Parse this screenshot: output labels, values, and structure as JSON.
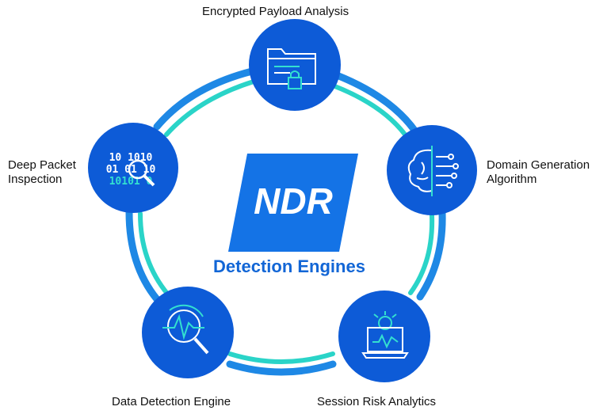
{
  "logo": {
    "text": "NDR",
    "color": "#1473e6"
  },
  "center_title": "Detection Engines",
  "colors": {
    "ring_outer": "#1e88e5",
    "ring_inner": "#2ad4c8",
    "node_fill": "#0d5bd7",
    "icon_stroke": "#ffffff",
    "accent_cyan": "#33e0d0",
    "title_blue": "#1266d6"
  },
  "nodes": [
    {
      "id": "top",
      "icon": "folder-lock-icon",
      "label_lines": [
        "Encrypted Payload Analysis"
      ]
    },
    {
      "id": "right",
      "icon": "brain-circuit-icon",
      "label_lines": [
        "Domain Generation",
        "Algorithm"
      ]
    },
    {
      "id": "bottom-right",
      "icon": "laptop-gear-icon",
      "label_lines": [
        "Session Risk Analytics"
      ]
    },
    {
      "id": "bottom-left",
      "icon": "magnifier-waveform-icon",
      "label_lines": [
        "Data Detection Engine"
      ]
    },
    {
      "id": "left",
      "icon": "binary-magnifier-icon",
      "label_lines": [
        "Deep Packet",
        "Inspection"
      ]
    }
  ],
  "binary_rows": [
    "10 1010",
    "01 01 10",
    "10101 0"
  ]
}
